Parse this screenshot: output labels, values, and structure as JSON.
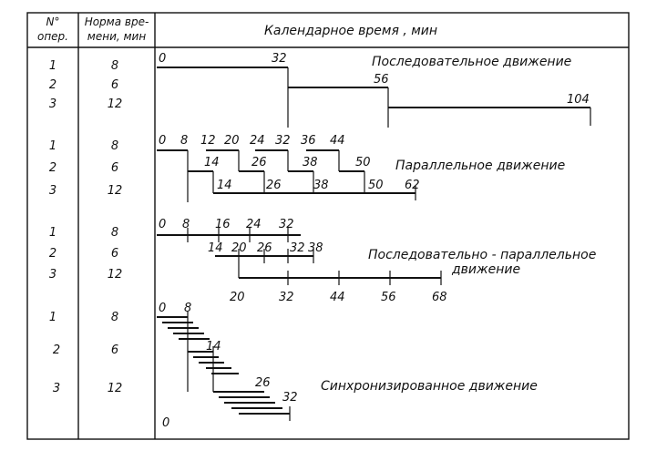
{
  "header": {
    "col1": [
      "N°",
      "опер."
    ],
    "col2": [
      "Норма вре-",
      "мени, мин"
    ],
    "col3": "Календарное время , мин"
  },
  "sections": [
    {
      "title": [
        "Последовательное движение"
      ],
      "rows": [
        {
          "op": "1",
          "norm": "8"
        },
        {
          "op": "2",
          "norm": "6"
        },
        {
          "op": "3",
          "norm": "12"
        }
      ],
      "labels": [
        "0",
        "32",
        "56",
        "104"
      ]
    },
    {
      "title": [
        "Параллельное движение"
      ],
      "rows": [
        {
          "op": "1",
          "norm": "8"
        },
        {
          "op": "2",
          "norm": "6"
        },
        {
          "op": "3",
          "norm": "12"
        }
      ],
      "labels": [
        "0",
        "8",
        "12",
        "20",
        "24",
        "32",
        "36",
        "44",
        "14",
        "26",
        "38",
        "50",
        "14",
        "26",
        "38",
        "50",
        "62"
      ]
    },
    {
      "title": [
        "Последовательно - параллельное",
        "движение"
      ],
      "rows": [
        {
          "op": "1",
          "norm": "8"
        },
        {
          "op": "2",
          "norm": "6"
        },
        {
          "op": "3",
          "norm": "12"
        }
      ],
      "labels": [
        "0",
        "8",
        "16",
        "24",
        "32",
        "14",
        "20",
        "26",
        "32",
        "38",
        "20",
        "32",
        "44",
        "56",
        "68"
      ]
    },
    {
      "title": [
        "Синхронизированное движение"
      ],
      "rows": [
        {
          "op": "1",
          "norm": "8"
        },
        {
          "op": "2",
          "norm": "6"
        },
        {
          "op": "3",
          "norm": "12"
        }
      ],
      "labels": [
        "0",
        "8",
        "14",
        "26",
        "32",
        "0"
      ]
    }
  ]
}
